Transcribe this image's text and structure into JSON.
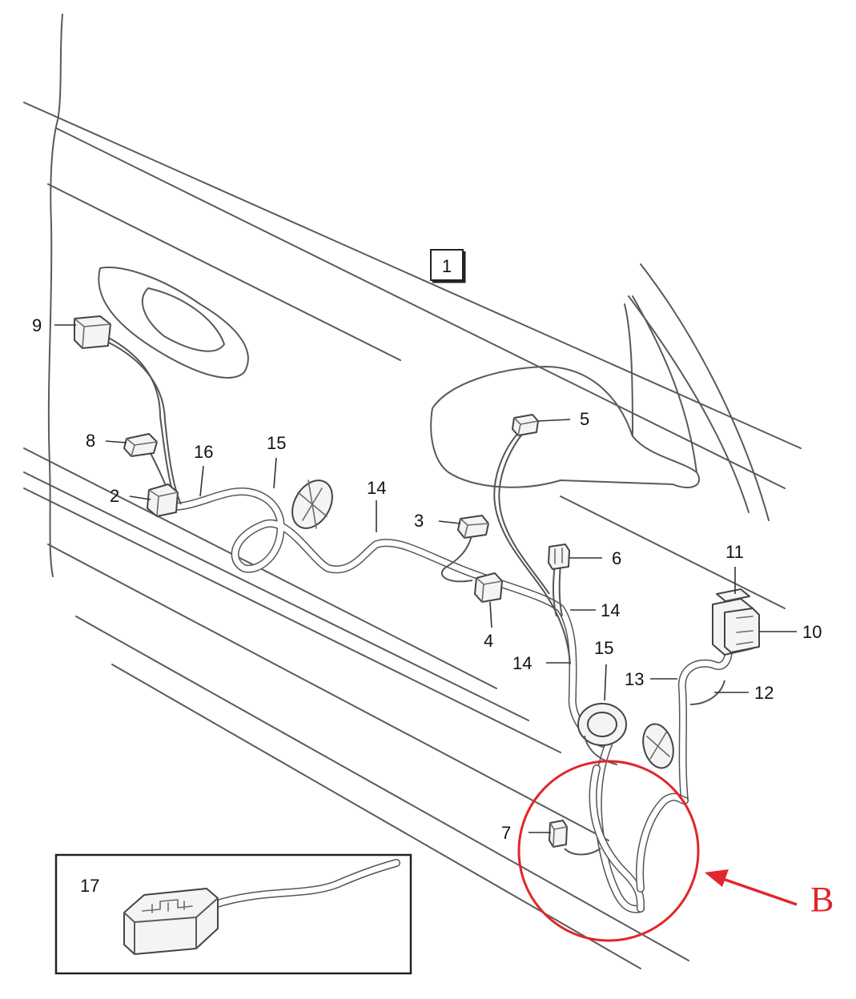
{
  "reference_box_label": "1",
  "part_labels": {
    "p2": "2",
    "p3": "3",
    "p4": "4",
    "p5": "5",
    "p6": "6",
    "p7": "7",
    "p8": "8",
    "p9": "9",
    "p10": "10",
    "p11": "11",
    "p12": "12",
    "p13": "13",
    "p14a": "14",
    "p14b": "14",
    "p14c": "14",
    "p15a": "15",
    "p15b": "15",
    "p16": "16",
    "p17": "17"
  },
  "callout": {
    "label": "B",
    "color": "#e0262c"
  }
}
